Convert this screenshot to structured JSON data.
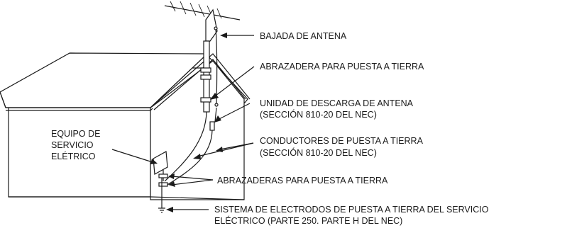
{
  "labels": {
    "antenna_lead_in": "BAJADA DE ANTENA",
    "ground_clamp": "ABRAZADERA PARA PUESTA A TIERRA",
    "discharge_unit": "UNIDAD DE DESCARGA DE ANTENA",
    "discharge_unit_ref": "(SECCIÓN 810-20 DEL NEC)",
    "grounding_conductors": "CONDUCTORES DE PUESTA A TIERRA",
    "grounding_conductors_ref": "(SECCIÓN 810-20 DEL NEC)",
    "service_equipment_line1": "EQUIPO DE",
    "service_equipment_line2": "SERVICIO",
    "service_equipment_line3": "ELÉTRICO",
    "ground_clamps": "ABRAZADERAS PARA PUESTA A TIERRA",
    "electrode_system_line1": "SISTEMA DE ELECTRODOS DE PUESTA A TIERRA DEL SERVICIO",
    "electrode_system_line2": "ELÉCTRICO (PARTE 250. PARTE H DEL NEC)"
  },
  "colors": {
    "line": "#1a1a1a",
    "background": "#ffffff"
  }
}
